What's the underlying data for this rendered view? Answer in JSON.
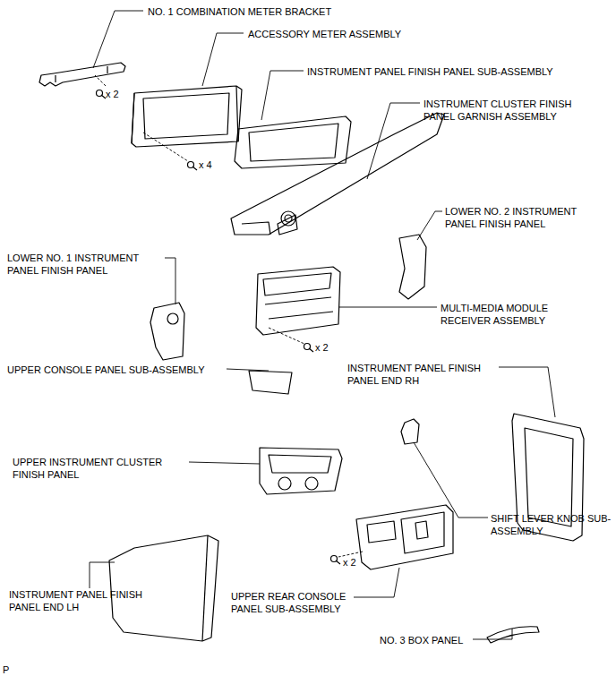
{
  "diagram": {
    "labels": [
      "NO. 1 COMBINATION METER BRACKET",
      "ACCESSORY METER ASSEMBLY",
      "INSTRUMENT PANEL FINISH PANEL SUB-ASSEMBLY",
      "x 2",
      "INSTRUMENT CLUSTER FINISH PANEL GARNISH ASSEMBLY",
      "x 4",
      "LOWER NO. 2 INSTRUMENT PANEL FINISH PANEL",
      "LOWER NO. 1 INSTRUMENT PANEL FINISH PANEL",
      "MULTI-MEDIA MODULE RECEIVER ASSEMBLY",
      "x 2",
      "UPPER CONSOLE PANEL SUB-ASSEMBLY",
      "INSTRUMENT PANEL FINISH PANEL END RH",
      "UPPER INSTRUMENT CLUSTER FINISH PANEL",
      "SHIFT LEVER KNOB SUB-ASSEMBLY",
      "x 2",
      "INSTRUMENT PANEL FINISH PANEL END LH",
      "UPPER REAR CONSOLE PANEL SUB-ASSEMBLY",
      "NO. 3 BOX PANEL",
      "P"
    ]
  }
}
